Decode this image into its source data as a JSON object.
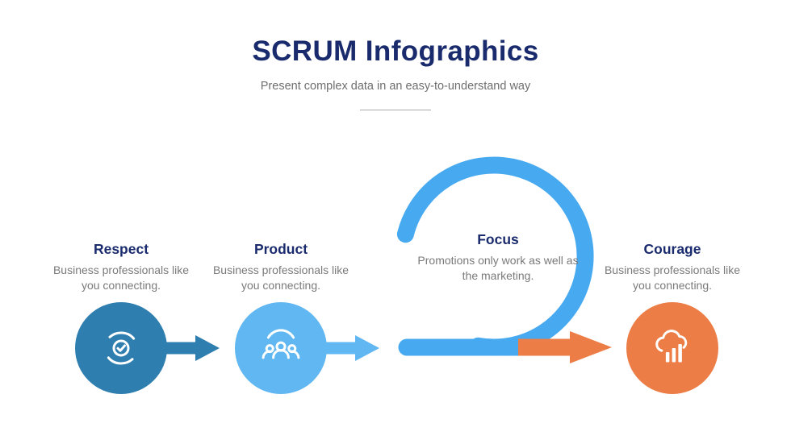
{
  "slide": {
    "title": "SCRUM Infographics",
    "subtitle": "Present complex data in an easy-to-understand way"
  },
  "steps": [
    {
      "title": "Respect",
      "description": "Business professionals like you connecting.",
      "circle_color": "#2e7fb0",
      "icon": "hands-check-icon"
    },
    {
      "title": "Product",
      "description": "Business professionals like you connecting.",
      "circle_color": "#61b7f1",
      "icon": "team-icon"
    },
    {
      "title": "Focus",
      "description": "Promotions only work as well as the marketing.",
      "circle_color": null,
      "icon": "sprint-loop-arrow"
    },
    {
      "title": "Courage",
      "description": "Business professionals like you connecting.",
      "circle_color": "#ed7d46",
      "icon": "chart-cloud-icon"
    }
  ],
  "colors": {
    "background": "#ffffff",
    "heading_navy": "#1a2b6d",
    "body_gray": "#7a7a7a",
    "divider_gray": "#a9a9a9",
    "step1_blue": "#2e7fb0",
    "step2_light_blue": "#61b7f1",
    "loop_blue": "#47a9f0",
    "arrow_orange": "#ed7d46",
    "icon_white": "#ffffff"
  }
}
